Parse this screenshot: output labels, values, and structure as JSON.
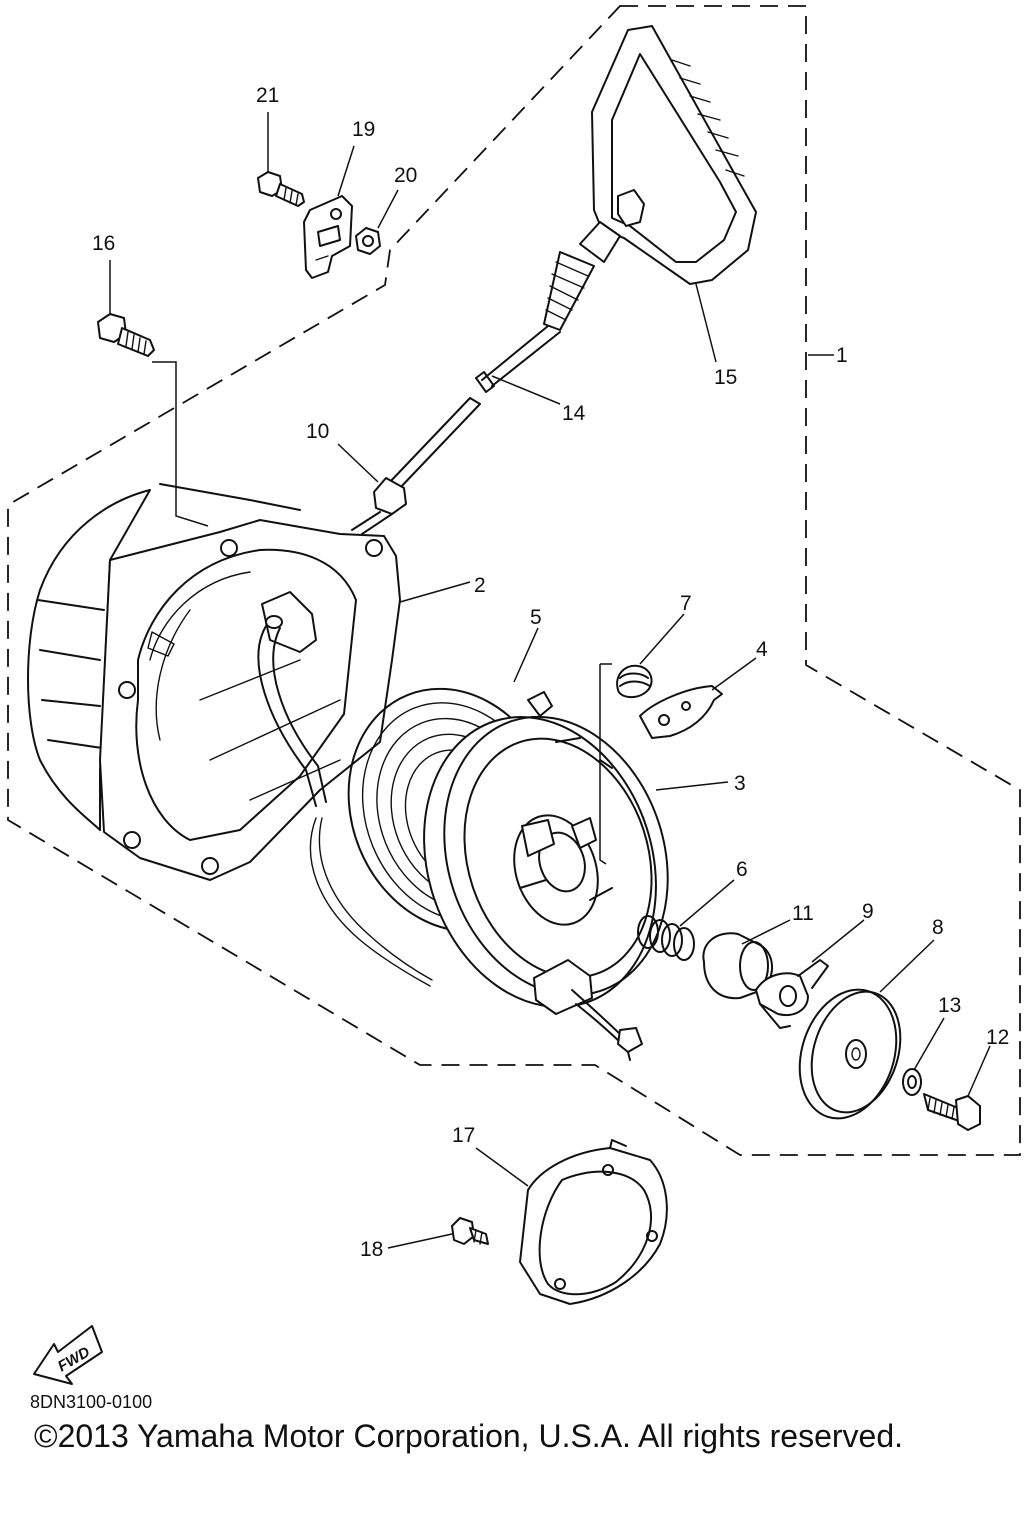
{
  "diagram": {
    "callouts": [
      "1",
      "2",
      "3",
      "4",
      "5",
      "6",
      "7",
      "8",
      "9",
      "10",
      "11",
      "12",
      "13",
      "14",
      "15",
      "16",
      "17",
      "18",
      "19",
      "20",
      "21"
    ],
    "forward_marker": "FWD",
    "drawing_code": "8DN3100-0100",
    "copyright": "©2013 Yamaha Motor Corporation, U.S.A. All rights reserved."
  }
}
